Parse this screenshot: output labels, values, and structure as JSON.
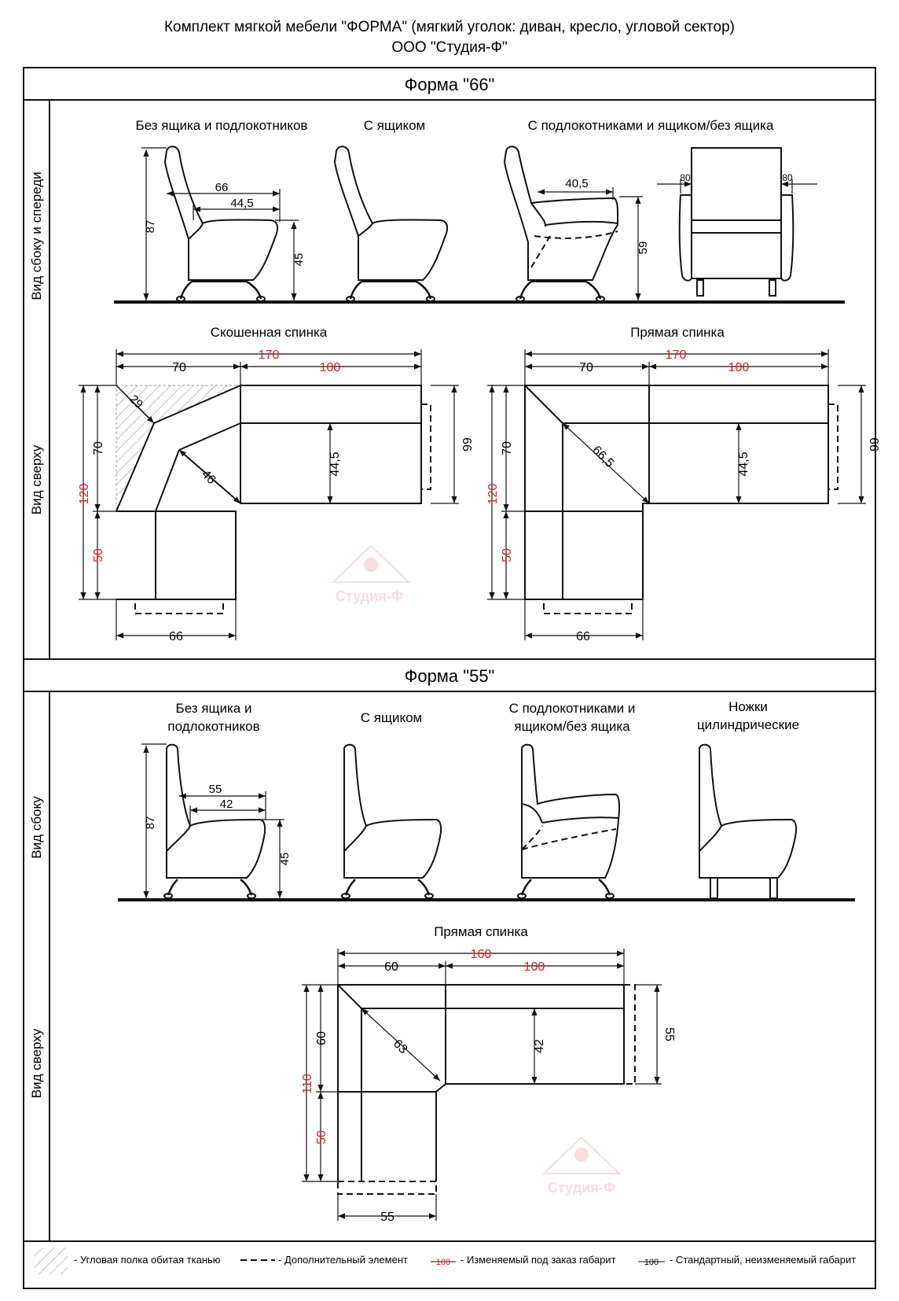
{
  "header": {
    "title_line1": "Комплект мягкой мебели \"ФОРМА\" (мягкий уголок: диван, кресло, угловой сектор)",
    "title_line2": "ООО \"Студия-Ф\""
  },
  "section66": {
    "title": "Форма \"66\"",
    "side_label": "Вид сбоку и спереди",
    "top_label": "Вид сверху",
    "captions": [
      "Без ящика и подлокотников",
      "С ящиком",
      "С подлокотниками и ящиком/без ящика"
    ],
    "dims_side": {
      "height": "87",
      "depth": "66",
      "seat": "44,5",
      "seat_h": "45",
      "arm_depth": "40,5",
      "arm_h": "59",
      "arm_w": "80"
    },
    "plan_left": {
      "title": "Скошенная спинка",
      "total": "170",
      "left": "70",
      "right": "100",
      "v_total": "120",
      "v_top": "70",
      "v_bottom": "50",
      "depth": "66",
      "seat": "44,5",
      "corner_back": "29",
      "corner_diag": "46",
      "bottom": "66"
    },
    "plan_right": {
      "title": "Прямая спинка",
      "total": "170",
      "left": "70",
      "right": "100",
      "v_total": "120",
      "v_top": "70",
      "v_bottom": "50",
      "depth": "66",
      "seat": "44,5",
      "diag": "66,5",
      "bottom": "66"
    }
  },
  "section55": {
    "title": "Форма \"55\"",
    "side_label": "Вид сбоку",
    "top_label": "Вид сверху",
    "captions": [
      [
        "Без ящика и",
        "подлокотников"
      ],
      [
        "С ящиком"
      ],
      [
        "С подлокотниками и",
        "ящиком/без ящика"
      ],
      [
        "Ножки",
        "цилиндрические"
      ]
    ],
    "dims_side": {
      "height": "87",
      "depth": "55",
      "seat": "42",
      "seat_h": "45"
    },
    "plan": {
      "title": "Прямая спинка",
      "total": "160",
      "left": "60",
      "right": "100",
      "v_total": "110",
      "v_top": "60",
      "v_bottom": "50",
      "depth": "55",
      "seat": "42",
      "diag": "63",
      "bottom": "55"
    }
  },
  "watermark": "Студия-Ф",
  "legend": {
    "hatch": "- Угловая полка обитая тканью",
    "dashed": "- Дополнительный элемент",
    "red_sample": "100",
    "red": "- Изменяемый под заказ габарит",
    "black_sample": "100",
    "black": "- Стандартный, неизменяемый габарит"
  },
  "colors": {
    "line": "#111111",
    "red": "#d42020",
    "watermark": "#f2c8c8"
  }
}
